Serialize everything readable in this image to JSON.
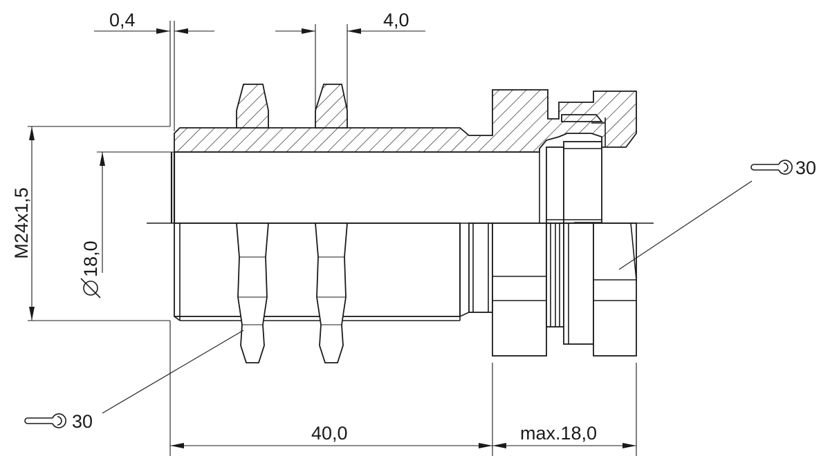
{
  "colors": {
    "line": "#1a1a1a",
    "background": "#ffffff"
  },
  "dimensions": {
    "wall_gap": "0,4",
    "nut_width": "4,0",
    "thread": "M24x1,5",
    "bore": "18,0",
    "length": "40,0",
    "max_length": "max.18,0"
  },
  "callouts": {
    "torque_icon": "wrench-icon",
    "left_torque": "30",
    "right_torque": "30"
  }
}
